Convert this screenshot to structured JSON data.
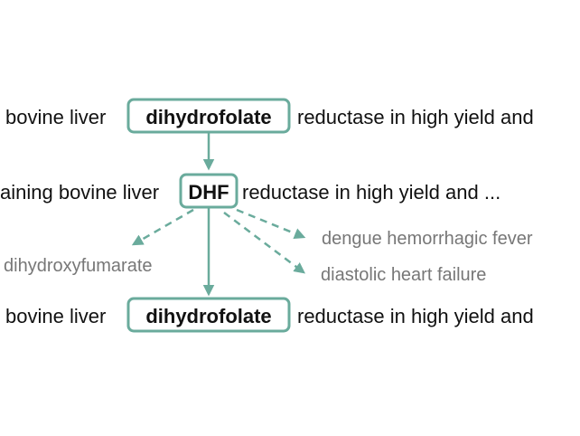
{
  "top_row": {
    "left_text": "bovine liver",
    "term": "dihydrofolate",
    "right_text": "reductase in high yield and"
  },
  "middle_row": {
    "left_text": "aining bovine liver",
    "term": "DHF",
    "right_text": "reductase in high yield and ..."
  },
  "candidates": {
    "left": "dihydroxyfumarate",
    "right_upper": "dengue hemorrhagic fever",
    "right_lower": "diastolic heart failure"
  },
  "bottom_row": {
    "left_text": "bovine liver",
    "term": "dihydrofolate",
    "right_text": "reductase in high yield and"
  },
  "colors": {
    "accent": "#6aab9c",
    "text": "#111111",
    "muted_text": "#777777"
  }
}
